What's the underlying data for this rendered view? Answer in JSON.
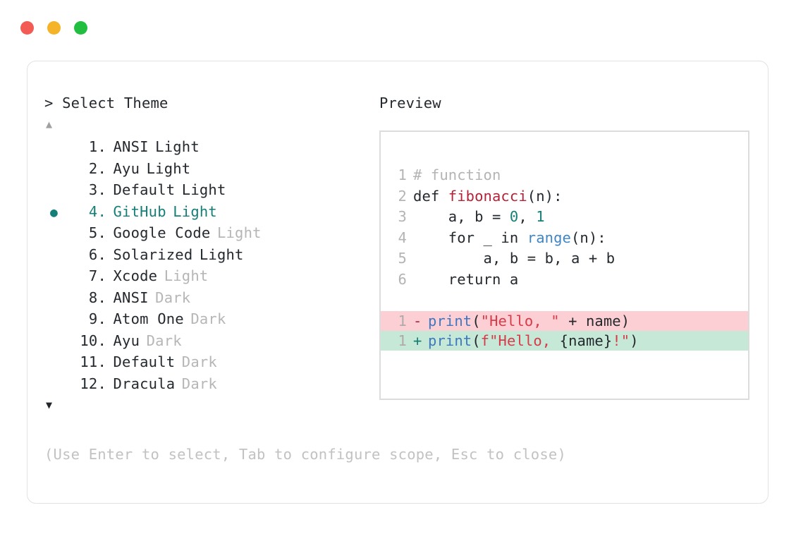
{
  "window": {
    "dots": [
      {
        "name": "close",
        "color": "#f25c55"
      },
      {
        "name": "minimize",
        "color": "#f5b327"
      },
      {
        "name": "maximize",
        "color": "#22be3f"
      }
    ]
  },
  "accent_color": "#157f77",
  "left_panel": {
    "header": "> Select Theme",
    "scroll_up_glyph": "▲",
    "scroll_down_glyph": "▼",
    "selected_index": 4,
    "selected_bullet": "●",
    "items": [
      {
        "num": "1.",
        "name": "ANSI",
        "suffix": "Light",
        "suffix_dim": false,
        "selected": false,
        "bullet": ""
      },
      {
        "num": "2.",
        "name": "Ayu",
        "suffix": "Light",
        "suffix_dim": false,
        "selected": false,
        "bullet": ""
      },
      {
        "num": "3.",
        "name": "Default",
        "suffix": "Light",
        "suffix_dim": false,
        "selected": false,
        "bullet": ""
      },
      {
        "num": "4.",
        "name": "GitHub",
        "suffix": "Light",
        "suffix_dim": false,
        "selected": true,
        "bullet": "●"
      },
      {
        "num": "5.",
        "name": "Google Code",
        "suffix": "Light",
        "suffix_dim": true,
        "selected": false,
        "bullet": ""
      },
      {
        "num": "6.",
        "name": "Solarized",
        "suffix": "Light",
        "suffix_dim": false,
        "selected": false,
        "bullet": ""
      },
      {
        "num": "7.",
        "name": "Xcode",
        "suffix": "Light",
        "suffix_dim": true,
        "selected": false,
        "bullet": ""
      },
      {
        "num": "8.",
        "name": "ANSI",
        "suffix": "Dark",
        "suffix_dim": true,
        "selected": false,
        "bullet": ""
      },
      {
        "num": "9.",
        "name": "Atom One",
        "suffix": "Dark",
        "suffix_dim": true,
        "selected": false,
        "bullet": ""
      },
      {
        "num": "10.",
        "name": "Ayu",
        "suffix": "Dark",
        "suffix_dim": true,
        "selected": false,
        "bullet": ""
      },
      {
        "num": "11.",
        "name": "Default",
        "suffix": "Dark",
        "suffix_dim": true,
        "selected": false,
        "bullet": ""
      },
      {
        "num": "12.",
        "name": "Dracula",
        "suffix": "Dark",
        "suffix_dim": true,
        "selected": false,
        "bullet": ""
      }
    ]
  },
  "hint": "(Use Enter to select, Tab to configure scope, Esc to close)",
  "preview": {
    "header": "Preview",
    "code_lines": [
      {
        "ln": "1",
        "tokens": [
          {
            "t": "# function",
            "c": "tok-comment"
          }
        ]
      },
      {
        "ln": "2",
        "tokens": [
          {
            "t": "def ",
            "c": "tok-keyword"
          },
          {
            "t": "fibonacci",
            "c": "tok-func"
          },
          {
            "t": "(n):",
            "c": "tok-plain"
          }
        ]
      },
      {
        "ln": "3",
        "tokens": [
          {
            "t": "    a, b = ",
            "c": "tok-plain"
          },
          {
            "t": "0",
            "c": "tok-number"
          },
          {
            "t": ", ",
            "c": "tok-plain"
          },
          {
            "t": "1",
            "c": "tok-number"
          }
        ]
      },
      {
        "ln": "4",
        "tokens": [
          {
            "t": "    for _ in ",
            "c": "tok-plain"
          },
          {
            "t": "range",
            "c": "tok-builtin"
          },
          {
            "t": "(n):",
            "c": "tok-plain"
          }
        ]
      },
      {
        "ln": "5",
        "tokens": [
          {
            "t": "        a, b = b, a + b",
            "c": "tok-plain"
          }
        ]
      },
      {
        "ln": "6",
        "tokens": [
          {
            "t": "    return a",
            "c": "tok-plain"
          }
        ]
      }
    ],
    "diff_lines": [
      {
        "ln": "1",
        "mark": "-",
        "kind": "del",
        "tokens": [
          {
            "t": "print",
            "c": "tok-call"
          },
          {
            "t": "(",
            "c": "tok-plain"
          },
          {
            "t": "\"Hello, \"",
            "c": "tok-string"
          },
          {
            "t": " + name)",
            "c": "tok-plain"
          }
        ]
      },
      {
        "ln": "1",
        "mark": "+",
        "kind": "add",
        "tokens": [
          {
            "t": "print",
            "c": "tok-call"
          },
          {
            "t": "(",
            "c": "tok-plain"
          },
          {
            "t": "f\"Hello, ",
            "c": "tok-string"
          },
          {
            "t": "{name}",
            "c": "tok-plain"
          },
          {
            "t": "!\"",
            "c": "tok-string"
          },
          {
            "t": ")",
            "c": "tok-plain"
          }
        ]
      }
    ]
  }
}
